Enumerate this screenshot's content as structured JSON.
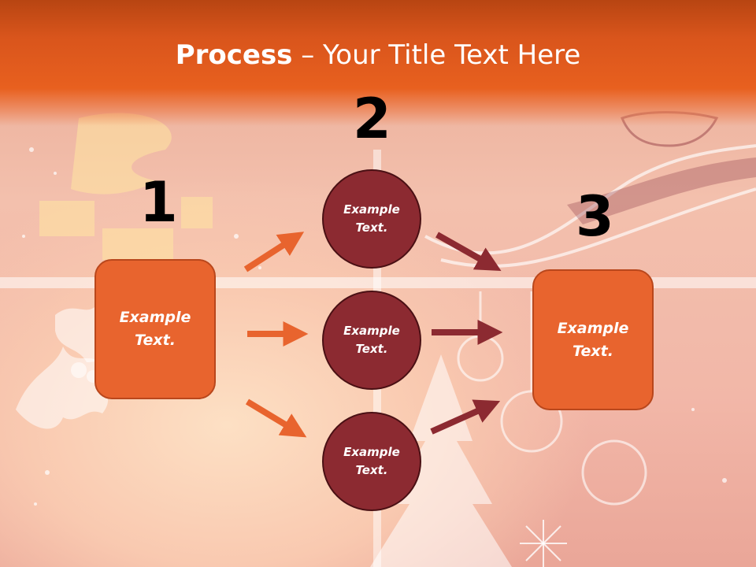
{
  "title": {
    "bold": "Process",
    "rest": " – Your Title Text Here"
  },
  "steps": [
    {
      "number": "1",
      "text": "Example Text."
    },
    {
      "number": "2",
      "items": [
        "Example Text.",
        "Example Text.",
        "Example Text."
      ]
    },
    {
      "number": "3",
      "text": "Example Text."
    }
  ],
  "colors": {
    "title_band": "#e8601f",
    "box_fill": "#e8642e",
    "circle_fill": "#8c2a31",
    "arrow_orange": "#e8642e",
    "arrow_red": "#8c2a31"
  }
}
